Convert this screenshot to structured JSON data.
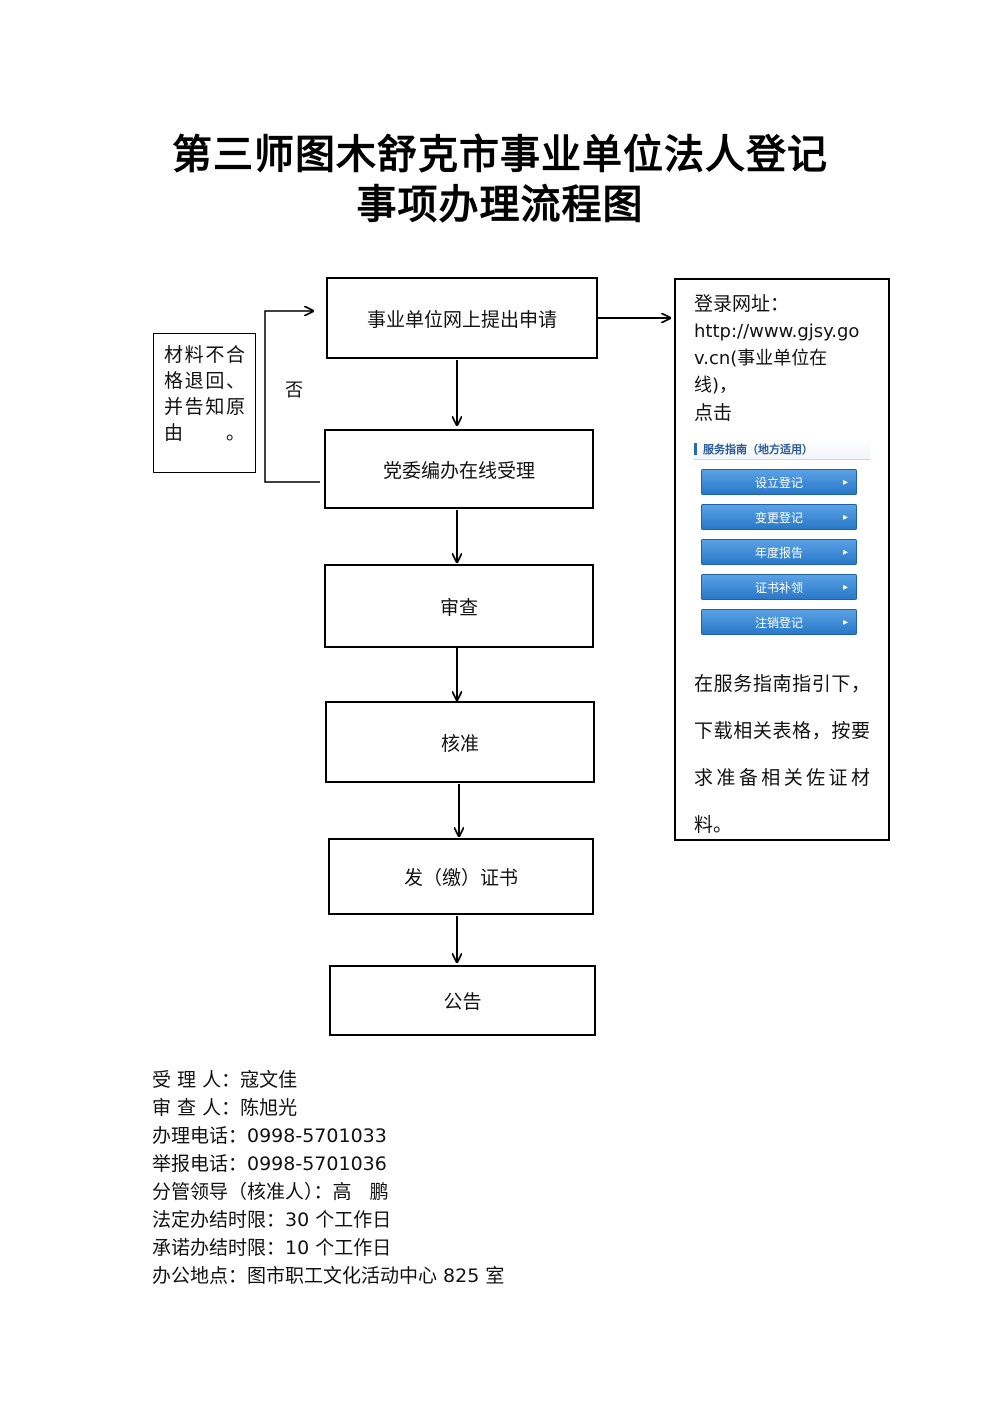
{
  "title": {
    "line1": "第三师图木舒克市事业单位法人登记",
    "line2": "事项办理流程图"
  },
  "flow": {
    "steps": [
      "事业单位网上提出申请",
      "党委编办在线受理",
      "审查",
      "核准",
      "发（缴）证书",
      "公告"
    ],
    "reject_note": "材料不合格退回、并告知原由。",
    "no_label": "否"
  },
  "side_panel": {
    "heading": "登录网址：",
    "url": "http://www.gjsy.gov.cn(事业单位在线)，",
    "click": "点击",
    "guide_title": "服务指南（地方适用）",
    "buttons": [
      "设立登记",
      "变更登记",
      "年度报告",
      "证书补领",
      "注销登记"
    ],
    "description": "在服务指南指引下，下载相关表格，按要求准备相关佐证材料。"
  },
  "info": {
    "lines": [
      "受 理 人：寇文佳",
      "审 查 人：陈旭光",
      "办理电话：0998-5701033",
      "举报电话：0998-5701036",
      "分管领导（核准人）：高   鹏",
      "法定办结时限：30 个工作日",
      "承诺办结时限：10 个工作日",
      "办公地点：图市职工文化活动中心 825 室"
    ]
  },
  "colors": {
    "button_blue": "#2a78c8",
    "guide_blue": "#2a5a9a"
  }
}
